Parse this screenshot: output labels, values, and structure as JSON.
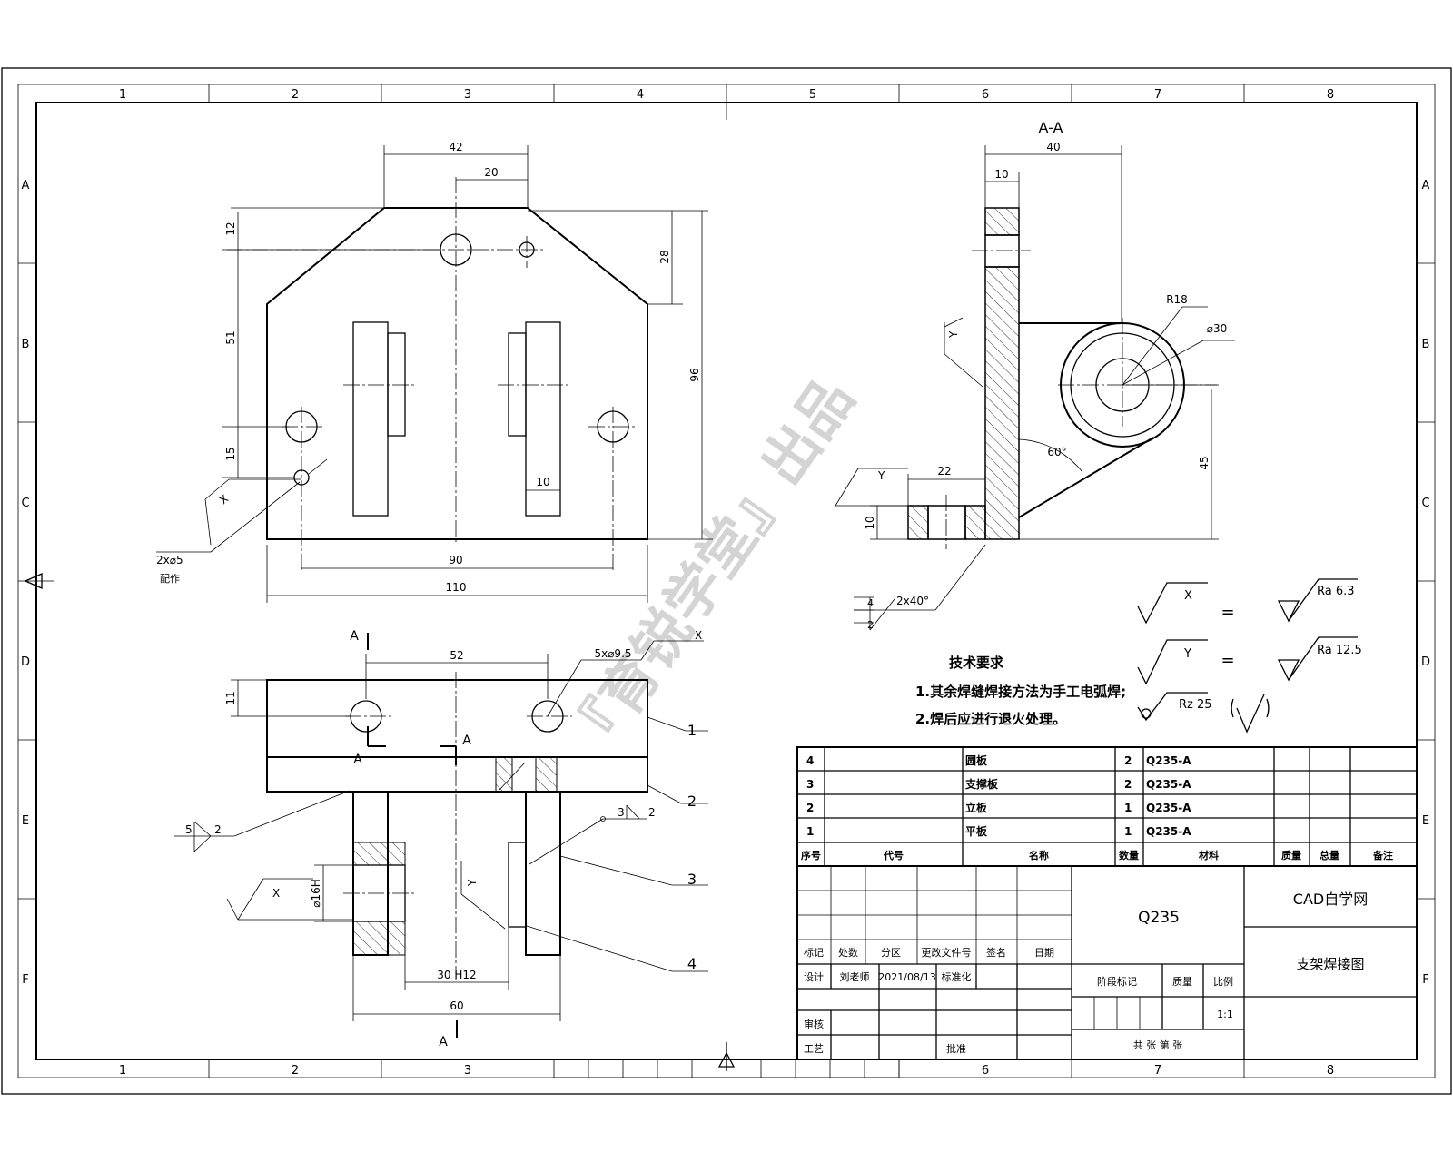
{
  "zones": {
    "columns": [
      "1",
      "2",
      "3",
      "4",
      "5",
      "6",
      "7",
      "8"
    ],
    "rows": [
      "A",
      "B",
      "C",
      "D",
      "E",
      "F"
    ]
  },
  "watermark": "『育锐学堂』出品",
  "front_view": {
    "dims": {
      "top_width": "42",
      "top_offset": "20",
      "hole_top": "12",
      "chamfer_h": "28",
      "spacing_51": "51",
      "spacing_15": "15",
      "height_96": "96",
      "slot_w": "10",
      "hole_span": "90",
      "width_110": "110"
    },
    "weld_symbol": "X",
    "holes_note": "2x⌀5",
    "holes_note_sub": "配作"
  },
  "section_view": {
    "title": "A-A",
    "dims": {
      "width_40": "40",
      "plate_10": "10",
      "radius": "R18",
      "diameter": "⌀30",
      "angle": "60°",
      "width_22": "22",
      "height_10": "10",
      "height_45": "45"
    },
    "weld_y": "Y",
    "weld_y2": "Y",
    "chamfer_num": "4",
    "chamfer_den": "2",
    "chamfer_text": "2x40°"
  },
  "top_view": {
    "section_marks": [
      "A",
      "A",
      "A",
      "A"
    ],
    "dims": {
      "hole_span": "52",
      "thick_11": "11",
      "holes_note": "5x⌀9.5",
      "bore": "⌀16H",
      "fit": "30 H12",
      "width_60": "60"
    },
    "weld_x": "X",
    "weld_x2": "X",
    "weld_y": "Y",
    "fillet_left_a": "5",
    "fillet_left_b": "2",
    "fillet_right_a": "3",
    "fillet_right_b": "2",
    "balloons": [
      "1",
      "2",
      "3",
      "4"
    ]
  },
  "surface": {
    "x_label": "X",
    "y_label": "Y",
    "eq1": "=",
    "eq2": "=",
    "ra1": "Ra 6.3",
    "ra2": "Ra 12.5",
    "rz": "Rz 25"
  },
  "tech": {
    "title": "技术要求",
    "items": [
      "1.其余焊缝焊接方法为手工电弧焊;",
      "2.焊后应进行退火处理。"
    ]
  },
  "bom": {
    "headers": [
      "序号",
      "代号",
      "名称",
      "数量",
      "材料",
      "质量",
      "总量",
      "备注"
    ],
    "rows": [
      {
        "no": "4",
        "name": "圆板",
        "qty": "2",
        "mat": "Q235-A"
      },
      {
        "no": "3",
        "name": "支撑板",
        "qty": "2",
        "mat": "Q235-A"
      },
      {
        "no": "2",
        "name": "立板",
        "qty": "1",
        "mat": "Q235-A"
      },
      {
        "no": "1",
        "name": "平板",
        "qty": "1",
        "mat": "Q235-A"
      }
    ]
  },
  "title_block": {
    "labels_row1": [
      "标记",
      "处数",
      "分区",
      "更改文件号",
      "签名",
      "日期"
    ],
    "design": "设计",
    "designer": "刘老师",
    "date": "2021/08/13",
    "standard": "标准化",
    "review": "审核",
    "process": "工艺",
    "approve": "批准",
    "material": "Q235",
    "stage": "阶段标记",
    "mass": "质量",
    "scale_label": "比例",
    "scale": "1:1",
    "sheets": "共   张     第   张",
    "company": "CAD自学网",
    "drawing_name": "支架焊接图"
  }
}
